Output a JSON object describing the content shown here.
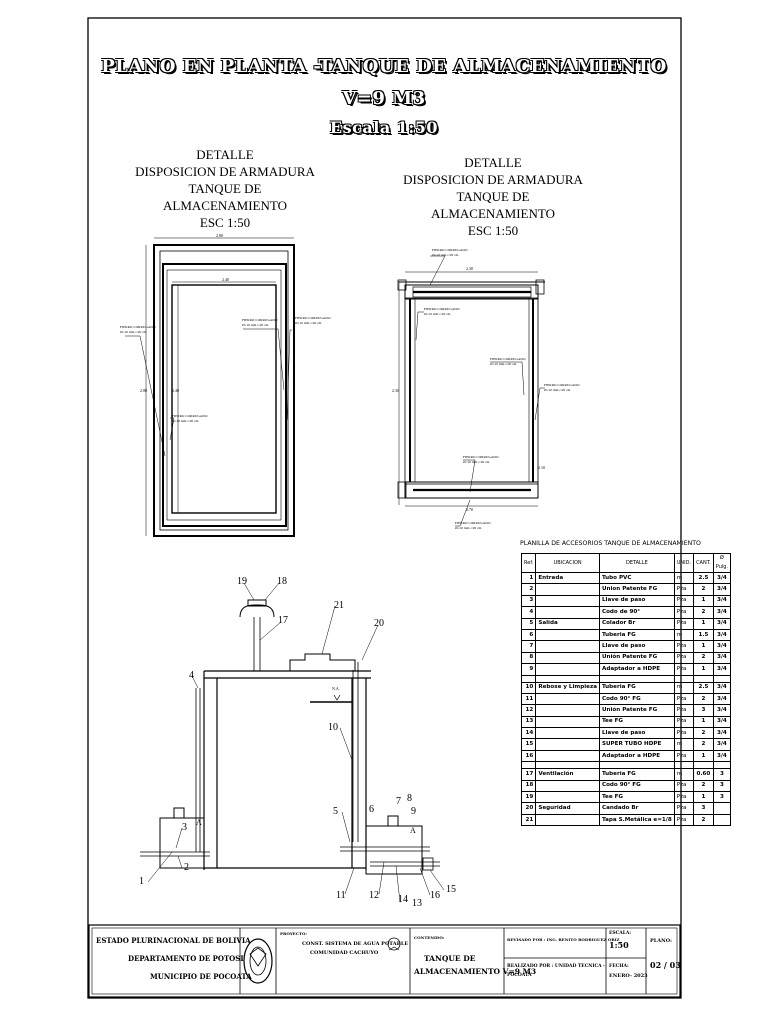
{
  "header": {
    "title_line1": "PLANO EN PLANTA -TANQUE DE ALMACENAMIENTO",
    "title_line2": "V=9 M3",
    "scale": "Escala 1:50"
  },
  "details": {
    "left": {
      "line1": "DETALLE",
      "line2": "DISPOSICION DE ARMADURA TANQUE DE",
      "line3": "ALMACENAMIENTO",
      "line4": "ESC 1:50",
      "dim_top": "2.80",
      "dim_inner": "2.40",
      "dim_side": "2.80",
      "dim_side_inner": "2.40"
    },
    "right": {
      "line1": "DETALLE",
      "line2": "DISPOSICION DE ARMADURA TANQUE DE",
      "line3": "ALMACENAMIENTO",
      "line4": "ESC 1:50",
      "dim_top": "2.30",
      "dim_bottom": "2.70",
      "dim_side": "2.30",
      "dim_side_inner": "2.10"
    }
  },
  "rebar": {
    "name": "FIERRO CORRUGADO",
    "spec": "Ø=10 mm c/20 cm"
  },
  "section": {
    "callouts": [
      "1",
      "2",
      "3",
      "4",
      "5",
      "6",
      "7",
      "8",
      "9",
      "10",
      "11",
      "12",
      "13",
      "14",
      "15",
      "16",
      "17",
      "18",
      "19",
      "20",
      "21"
    ],
    "level_label": "N.A.",
    "letter": "A"
  },
  "accessories": {
    "title": "PLANILLA DE ACCESORIOS TANQUE DE ALMACENAMIENTO",
    "headers": [
      "Ref.",
      "UBICACION",
      "DETALLE",
      "UNID.",
      "CANT.",
      "Ø Pulg."
    ],
    "groups": [
      {
        "rows": [
          [
            "1",
            "Entrada",
            "Tubo PVC",
            "m",
            "2.5",
            "3/4"
          ],
          [
            "2",
            "",
            "Union Patente FG",
            "Pza",
            "2",
            "3/4"
          ],
          [
            "3",
            "",
            "Llave de paso",
            "Pza",
            "1",
            "3/4"
          ],
          [
            "4",
            "",
            "Codo de 90°",
            "Pza",
            "2",
            "3/4"
          ],
          [
            "5",
            "Salida",
            "Colador Br",
            "Pza",
            "1",
            "3/4"
          ],
          [
            "6",
            "",
            "Tuberia FG",
            "m",
            "1.5",
            "3/4"
          ],
          [
            "7",
            "",
            "Llave de paso",
            "Pza",
            "1",
            "3/4"
          ],
          [
            "8",
            "",
            "Unión Patente FG",
            "Pza",
            "2",
            "3/4"
          ],
          [
            "9",
            "",
            "Adaptador a HDPE",
            "Pza",
            "1",
            "3/4"
          ]
        ]
      },
      {
        "rows": [
          [
            "10",
            "Rebose y Limpieza",
            "Tuberia FG",
            "m",
            "2.5",
            "3/4"
          ],
          [
            "11",
            "",
            "Codo 90° FG",
            "Pza",
            "2",
            "3/4"
          ],
          [
            "12",
            "",
            "Unión Patente FG",
            "Pza",
            "3",
            "3/4"
          ],
          [
            "13",
            "",
            "Tee FG",
            "Pza",
            "1",
            "3/4"
          ],
          [
            "14",
            "",
            "Llave de paso",
            "Pza",
            "2",
            "3/4"
          ],
          [
            "15",
            "",
            "SUPER TUBO HDPE",
            "m",
            "2",
            "3/4"
          ],
          [
            "16",
            "",
            "Adaptador a HDPE",
            "Pza",
            "1",
            "3/4"
          ]
        ]
      },
      {
        "rows": [
          [
            "17",
            "Ventilación",
            "Tuberia FG",
            "m",
            "0.60",
            "3"
          ],
          [
            "18",
            "",
            "Codo 90° FG",
            "Pza",
            "2",
            "3"
          ],
          [
            "19",
            "",
            "Tee FG",
            "Pza",
            "1",
            "3"
          ],
          [
            "20",
            "Seguridad",
            "Candado Br",
            "Pza",
            "3",
            ""
          ],
          [
            "21",
            "",
            "Tapa S.Metálica e=1/8",
            "Pza",
            "2",
            ""
          ]
        ]
      }
    ]
  },
  "titleblock": {
    "entity1": "ESTADO PLURINACIONAL DE BOLIVIA",
    "entity2": "DEPARTAMENTO DE POTOSI",
    "entity3": "MUNICIPIO DE POCOATA",
    "project_label": "PROYECTO:",
    "project1": "CONST. SISTEMA DE AGUA POTABLE",
    "project2": "COMUNIDAD CACHUYO",
    "contents_label": "CONTENIDO:",
    "contents1": "TANQUE DE",
    "contents2": "ALMACENAMIENTO V=9 M3",
    "reviewed": "REVISADO POR : ING. RENITO RODRIGUEZ ORIZ",
    "made_by": "REALIZADO POR : UNIDAD TECNICA -",
    "made_by2": "POCOATA",
    "scale_label": "ESCALA:",
    "scale_value": "1:50",
    "date_label": "FECHA:",
    "date_value": "ENERO- 2023",
    "sheet_label": "PLANO:",
    "sheet_value": "02 / 03"
  }
}
